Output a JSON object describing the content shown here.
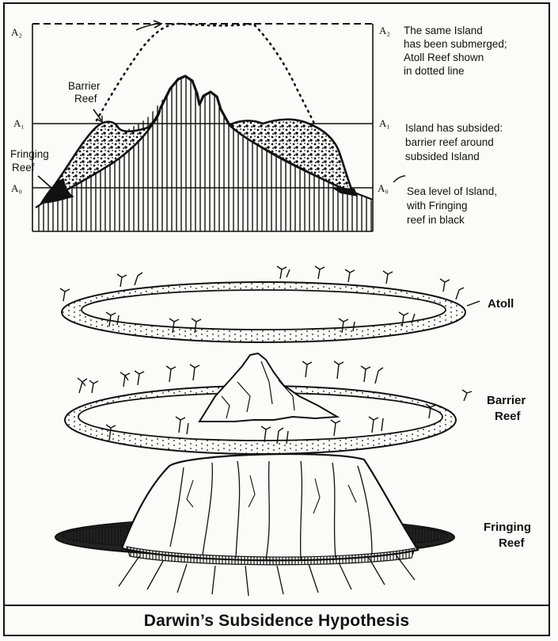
{
  "caption": "Darwin’s Subsidence Hypothesis",
  "levels": {
    "a2_left": "A₂",
    "a2_right": "A₂",
    "a1_left": "A₁",
    "a1_right": "A₁",
    "a0_left": "A₀",
    "a0_right": "A₀"
  },
  "top_labels": {
    "barrier_reef": [
      "Barrier",
      "Reef"
    ],
    "fringing_reef": [
      "Fringing",
      "Reef"
    ]
  },
  "notes": {
    "a2": [
      "The same Island",
      "has been submerged;",
      "Atoll Reef shown",
      "in dotted line"
    ],
    "a1": [
      "Island has subsided:",
      "barrier reef around",
      "subsided Island"
    ],
    "a0": [
      "Sea level of Island,",
      "with Fringing",
      "reef in black"
    ]
  },
  "stage_labels": {
    "atoll": [
      "Atoll"
    ],
    "barrier": [
      "Barrier",
      "Reef"
    ],
    "fringing": [
      "Fringing",
      "Reef"
    ]
  }
}
